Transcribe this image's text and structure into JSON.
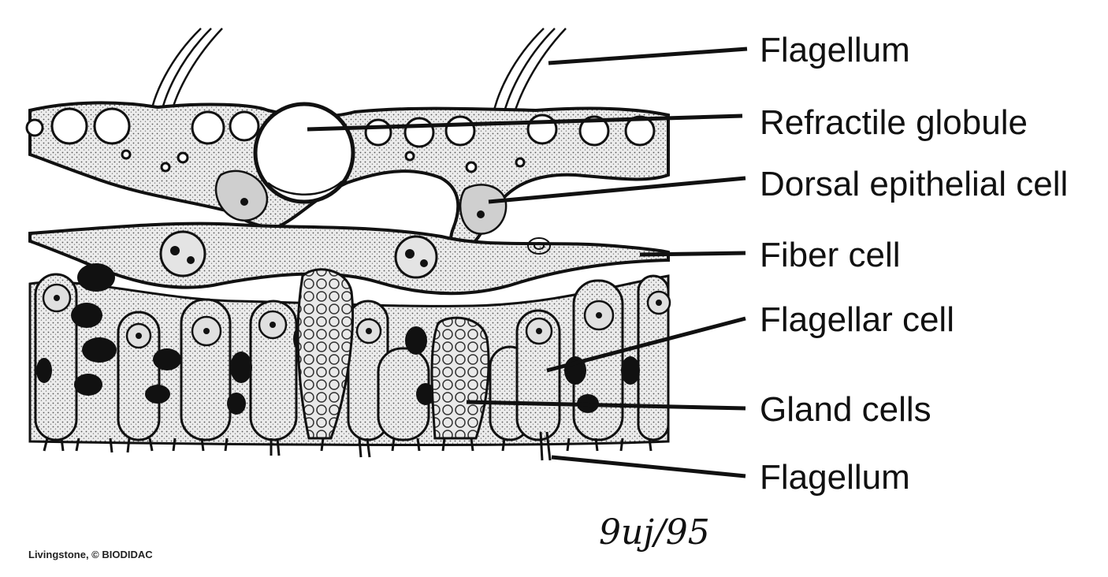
{
  "labels": [
    "Flagellum",
    "Refractile globule",
    "Dorsal epithelial cell",
    "Fiber cell",
    "Flagellar cell",
    "Gland cells",
    "Flagellum"
  ],
  "credit": "Livingstone, © BIODIDAC",
  "signature": "9uj/95",
  "colors": {
    "ink": "#111111",
    "stipple": "#d6d6d6",
    "background": "#ffffff"
  }
}
